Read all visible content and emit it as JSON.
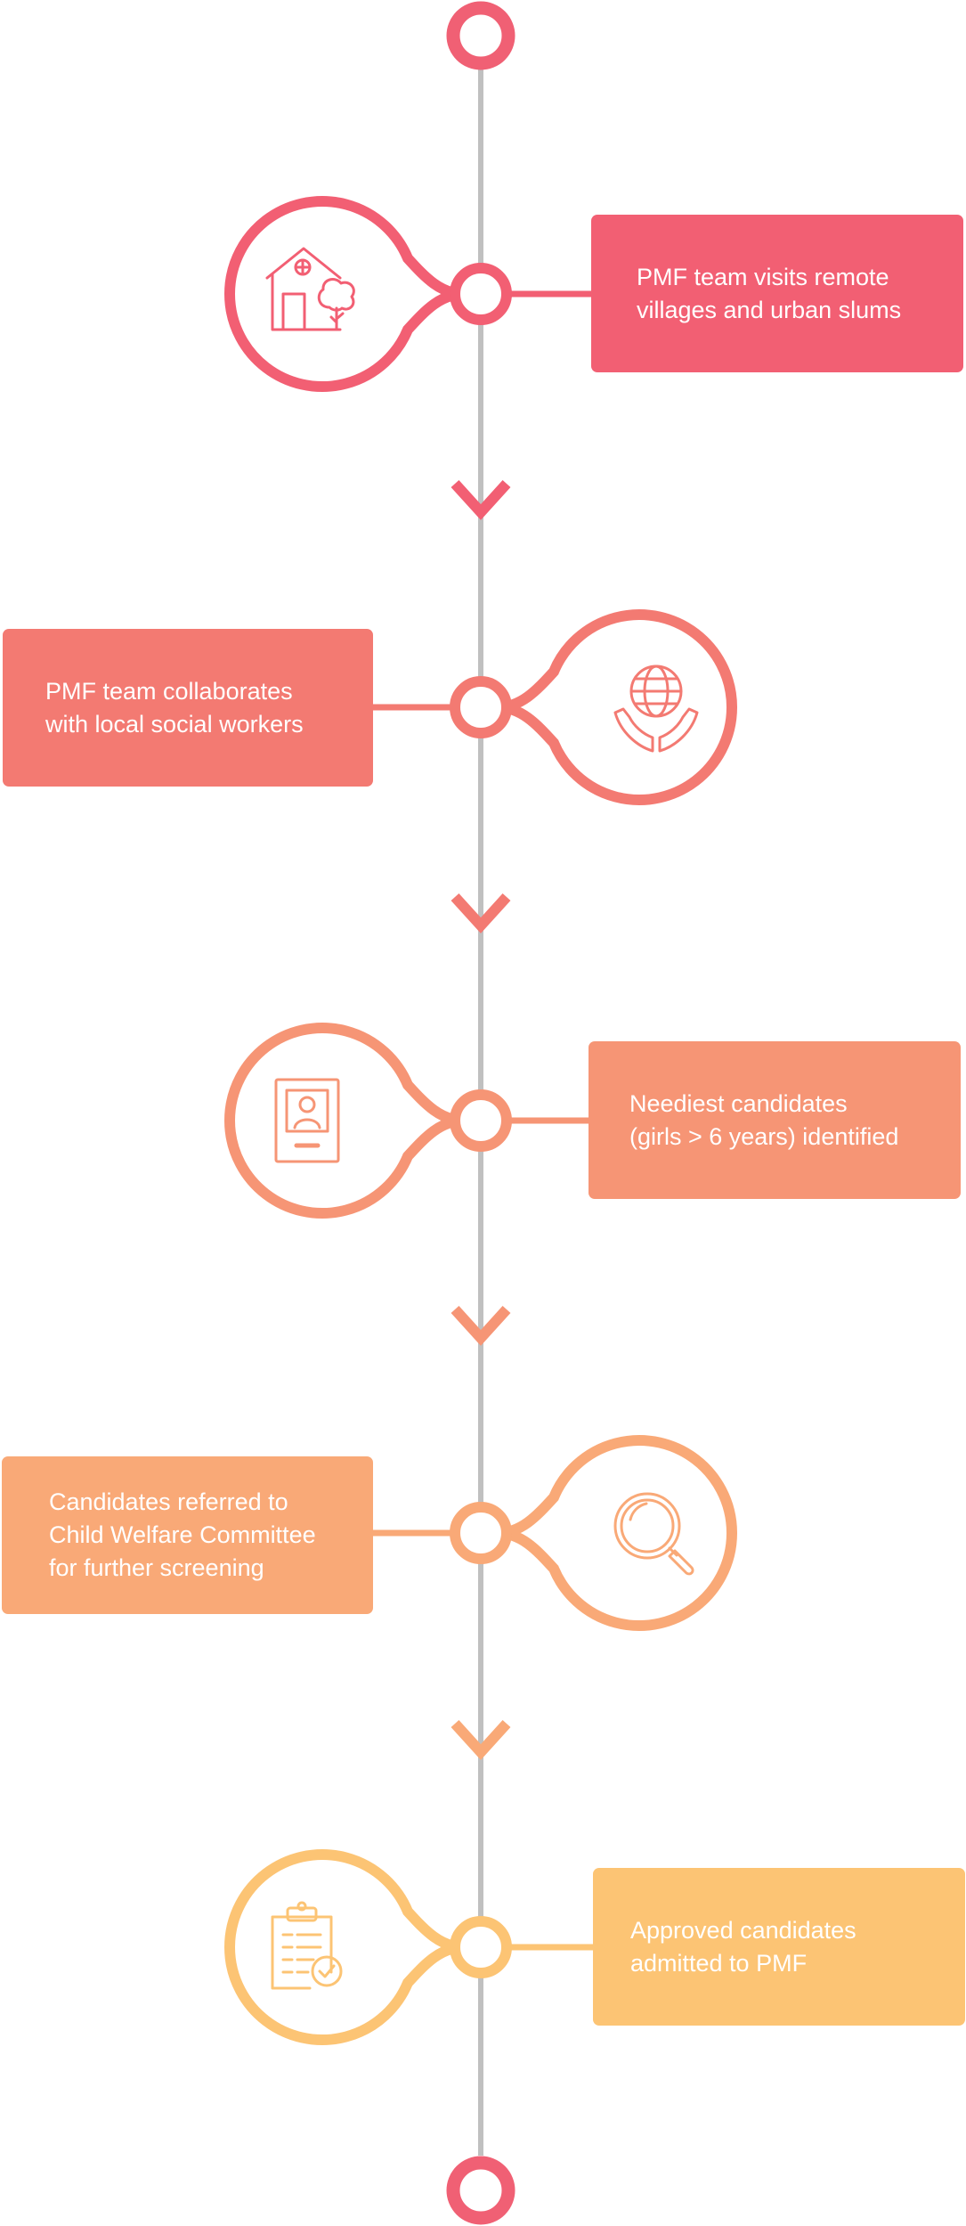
{
  "diagram": {
    "type": "vertical-process-timeline",
    "axis_color": "#c0c0c0",
    "end_cap_color": "#f06074",
    "steps": [
      {
        "text": "PMF team visits remote\nvillages and urban slums",
        "icon": "house-with-tree-icon",
        "color": "#f25f73",
        "icon_side": "left"
      },
      {
        "text": "PMF team collaborates\nwith local social workers",
        "icon": "globe-in-hands-icon",
        "color": "#f37a72",
        "icon_side": "right"
      },
      {
        "text": "Neediest candidates\n(girls > 6 years) identified",
        "icon": "id-card-portrait-icon",
        "color": "#f69575",
        "icon_side": "left"
      },
      {
        "text": "Candidates referred to\nChild Welfare Committee\nfor further screening",
        "icon": "magnifying-glass-icon",
        "color": "#f9a977",
        "icon_side": "right"
      },
      {
        "text": "Approved candidates\nadmitted to PMF",
        "icon": "clipboard-check-icon",
        "color": "#fcc474",
        "icon_side": "left"
      }
    ],
    "arrow_colors": [
      "#f25f73",
      "#f37a72",
      "#f69575",
      "#f9a977"
    ]
  }
}
